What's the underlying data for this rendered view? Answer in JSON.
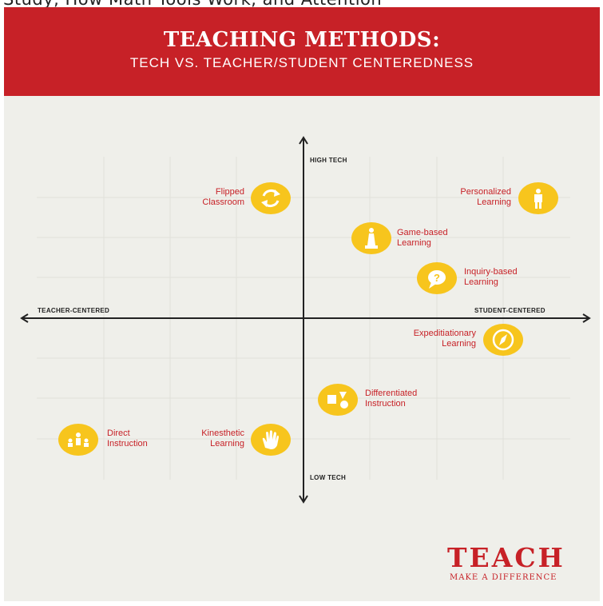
{
  "header": {
    "cut_text": "Study, How Math Tools Work, and Attention",
    "title": "TEACHING METHODS:",
    "subtitle": "TECH VS. TEACHER/STUDENT CENTEREDNESS"
  },
  "axes": {
    "top": "HIGH TECH",
    "bottom": "LOW TECH",
    "left": "TEACHER-CENTERED",
    "right": "STUDENT-CENTERED"
  },
  "methods": [
    {
      "id": "flipped",
      "label": "Flipped\nClassroom",
      "icon": "refresh-icon"
    },
    {
      "id": "personalized",
      "label": "Personalized\nLearning",
      "icon": "person-icon"
    },
    {
      "id": "game",
      "label": "Game-based\nLearning",
      "icon": "chess-piece-icon"
    },
    {
      "id": "inquiry",
      "label": "Inquiry-based\nLearning",
      "icon": "question-bubble-icon"
    },
    {
      "id": "expeditionary",
      "label": "Expeditiationary\nLearning",
      "icon": "compass-icon"
    },
    {
      "id": "differentiated",
      "label": "Differentiated\nInstruction",
      "icon": "shapes-icon"
    },
    {
      "id": "kinesthetic",
      "label": "Kinesthetic\nLearning",
      "icon": "hand-icon"
    },
    {
      "id": "direct",
      "label": "Direct\nInstruction",
      "icon": "classroom-icon"
    }
  ],
  "logo": {
    "word": "TEACH",
    "tagline": "MAKE A DIFFERENCE"
  },
  "colors": {
    "brand_red": "#c72127",
    "icon_yellow": "#f7c51d",
    "panel": "#efefea"
  }
}
